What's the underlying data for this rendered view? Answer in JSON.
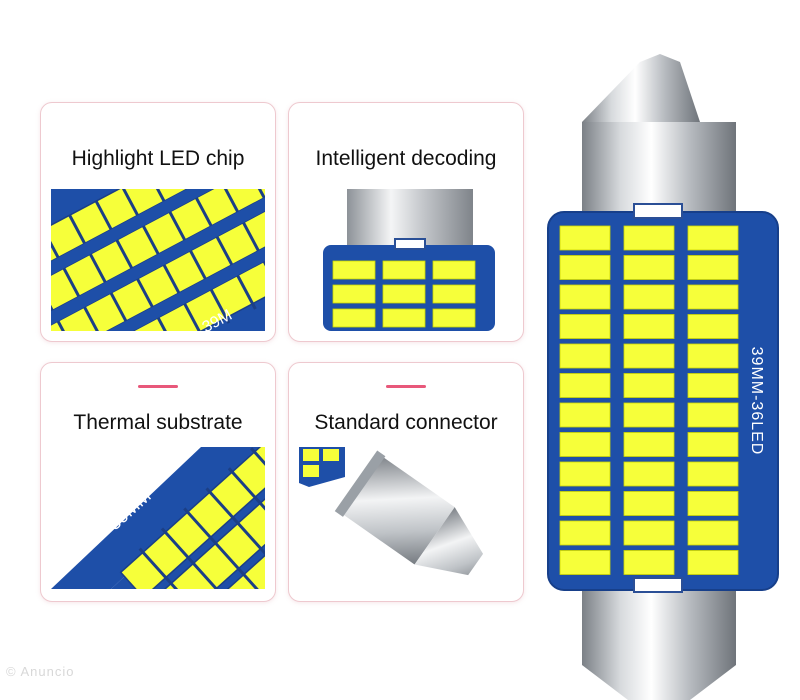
{
  "features": [
    {
      "title": "Highlight LED chip"
    },
    {
      "title": "Intelligent decoding"
    },
    {
      "title": "Thermal substrate"
    },
    {
      "title": "Standard connector"
    }
  ],
  "product": {
    "pcb_label": "39MM-36LED",
    "chip_label": "39M",
    "substrate_label": "39MM"
  },
  "watermark": "© Anuncio",
  "colors": {
    "pcb_blue": "#1e4fa8",
    "led_yellow": "#f6ff3a",
    "card_border": "#eec9cf",
    "accent_pink": "#e8587a",
    "metal": "#c9ccd0"
  }
}
